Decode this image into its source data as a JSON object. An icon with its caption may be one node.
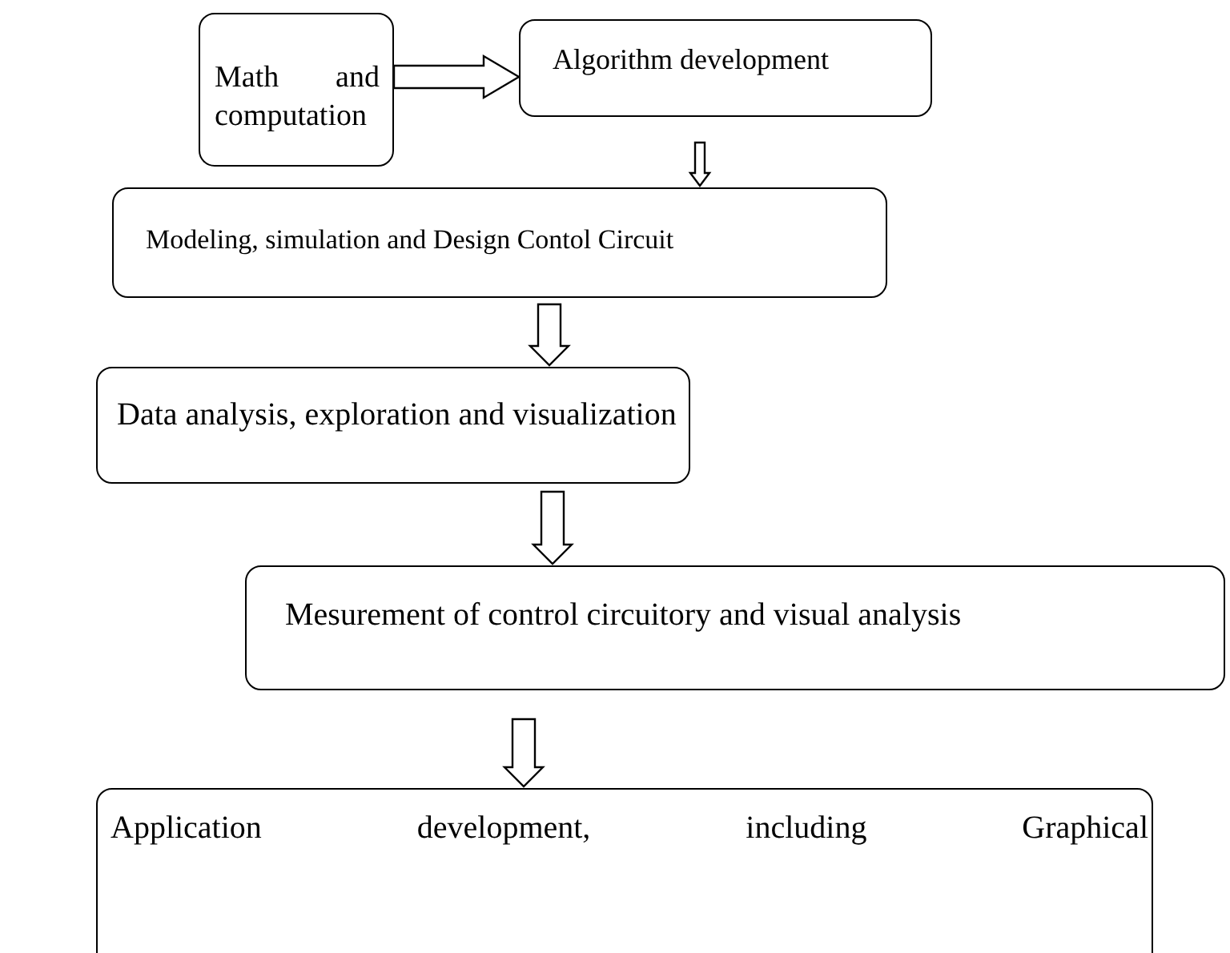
{
  "diagram": {
    "nodes": [
      {
        "text": [
          "Math and computation"
        ]
      },
      {
        "text": [
          "Algorithm development"
        ]
      },
      {
        "text": [
          "Modeling, simulation and Design Contol Circuit"
        ]
      },
      {
        "text": [
          "Data analysis, exploration and visualization"
        ]
      },
      {
        "text": [
          "Mesurement of control circuitory and visual analysis"
        ]
      },
      {
        "text": [
          "Application development, including Graphical"
        ]
      }
    ],
    "edges": [
      {
        "from": 0,
        "to": 1,
        "arrow": "to"
      },
      {
        "from": 1,
        "to": 2,
        "arrow": "to"
      },
      {
        "from": 2,
        "to": 3,
        "arrow": "to"
      },
      {
        "from": 3,
        "to": 4,
        "arrow": "to"
      },
      {
        "from": 4,
        "to": 5,
        "arrow": "to"
      }
    ]
  }
}
